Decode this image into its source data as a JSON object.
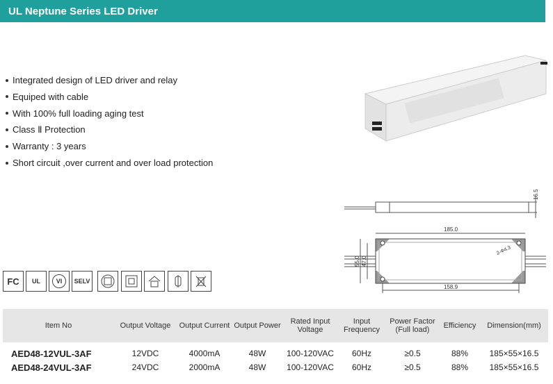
{
  "banner": {
    "title": "UL Neptune Series LED Driver"
  },
  "features": [
    "Integrated design of LED driver and relay",
    "Equiped with cable",
    "With 100% full loading aging test",
    "Class Ⅱ Protection",
    "Warranty : 3 years",
    "Short circuit ,over current and over load protection"
  ],
  "drawing": {
    "height_label": "16.5",
    "length_label": "185.0",
    "width_outer_label": "55.0",
    "width_inner_label": "47.0",
    "hole_label": "2-Φ4.3",
    "hole_spacing_label": "158.9"
  },
  "certifications": [
    {
      "label": "FC",
      "icon": "fcc-icon"
    },
    {
      "label": "UL",
      "icon": "ul-icon"
    },
    {
      "label": "VI",
      "icon": "efficiency-level-vi-icon"
    },
    {
      "label": "SELV",
      "icon": "selv-icon"
    },
    {
      "label": "",
      "icon": "safety-transformer-icon"
    },
    {
      "label": "",
      "icon": "class-ii-icon"
    },
    {
      "label": "",
      "icon": "indoor-use-icon"
    },
    {
      "label": "",
      "icon": "fuse-icon"
    },
    {
      "label": "",
      "icon": "weee-bin-icon"
    }
  ],
  "table": {
    "headers": [
      "Item No",
      "Output Voltage",
      "Output Current",
      "Output Power",
      "Rated Input Voltage",
      "Input Frequency",
      "Power Factor (Full load)",
      "Efficiency",
      "Dimension(mm)"
    ],
    "rows": [
      [
        "AED48-12VUL-3AF",
        "12VDC",
        "4000mA",
        "48W",
        "100-120VAC",
        "60Hz",
        "≥0.5",
        "88%",
        "185×55×16.5"
      ],
      [
        "AED48-24VUL-3AF",
        "24VDC",
        "2000mA",
        "48W",
        "100-120VAC",
        "60Hz",
        "≥0.5",
        "88%",
        "185×55×16.5"
      ]
    ]
  }
}
